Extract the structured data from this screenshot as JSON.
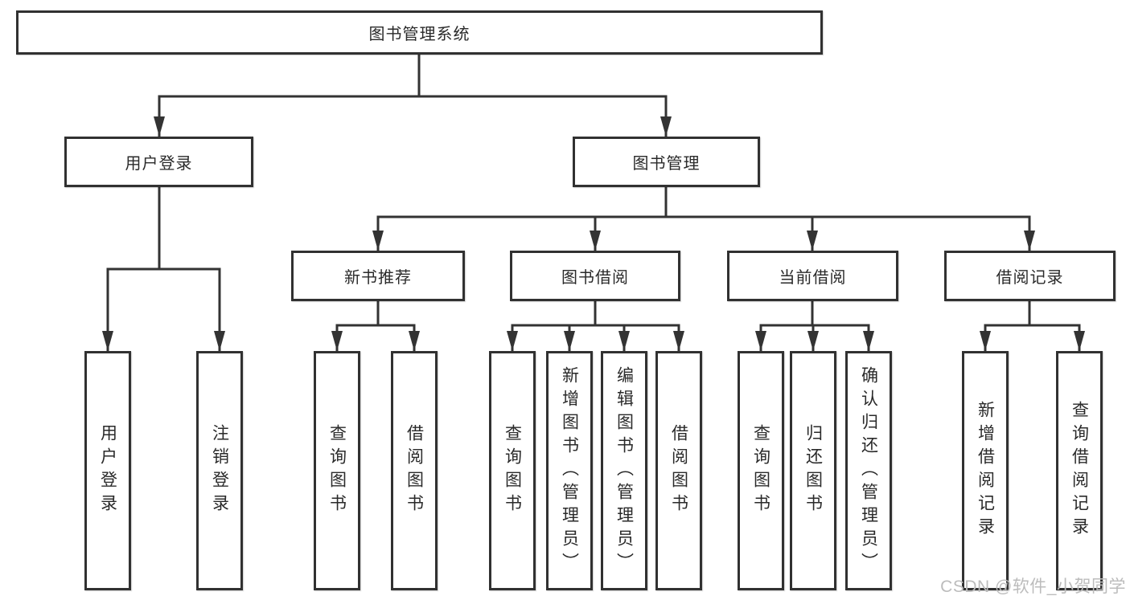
{
  "nodes": {
    "root": {
      "label": "图书管理系统"
    },
    "user_login": {
      "label": "用户登录"
    },
    "book_mgmt": {
      "label": "图书管理"
    },
    "new_books": {
      "label": "新书推荐"
    },
    "book_borrow": {
      "label": "图书借阅"
    },
    "current_borrow": {
      "label": "当前借阅"
    },
    "borrow_records": {
      "label": "借阅记录"
    },
    "leaves": {
      "user_login_leaf": "用户登录",
      "logout": "注销登录",
      "nb_query_books": "查询图书",
      "nb_borrow_books": "借阅图书",
      "bb_query_books": "查询图书",
      "bb_add_books": "新增图书（管理员）",
      "bb_edit_books": "编辑图书（管理员）",
      "bb_borrow_books": "借阅图书",
      "cb_query_books": "查询图书",
      "cb_return_books": "归还图书",
      "cb_confirm_return": "确认归还（管理员）",
      "br_add_record": "新增借阅记录",
      "br_query_record": "查询借阅记录"
    }
  },
  "watermark": {
    "text": "CSDN @软件_小贺同学"
  },
  "colors": {
    "line": "#333333",
    "box_border": "#313131",
    "text": "#2a2a2a",
    "watermark": "#bcbcbc"
  }
}
